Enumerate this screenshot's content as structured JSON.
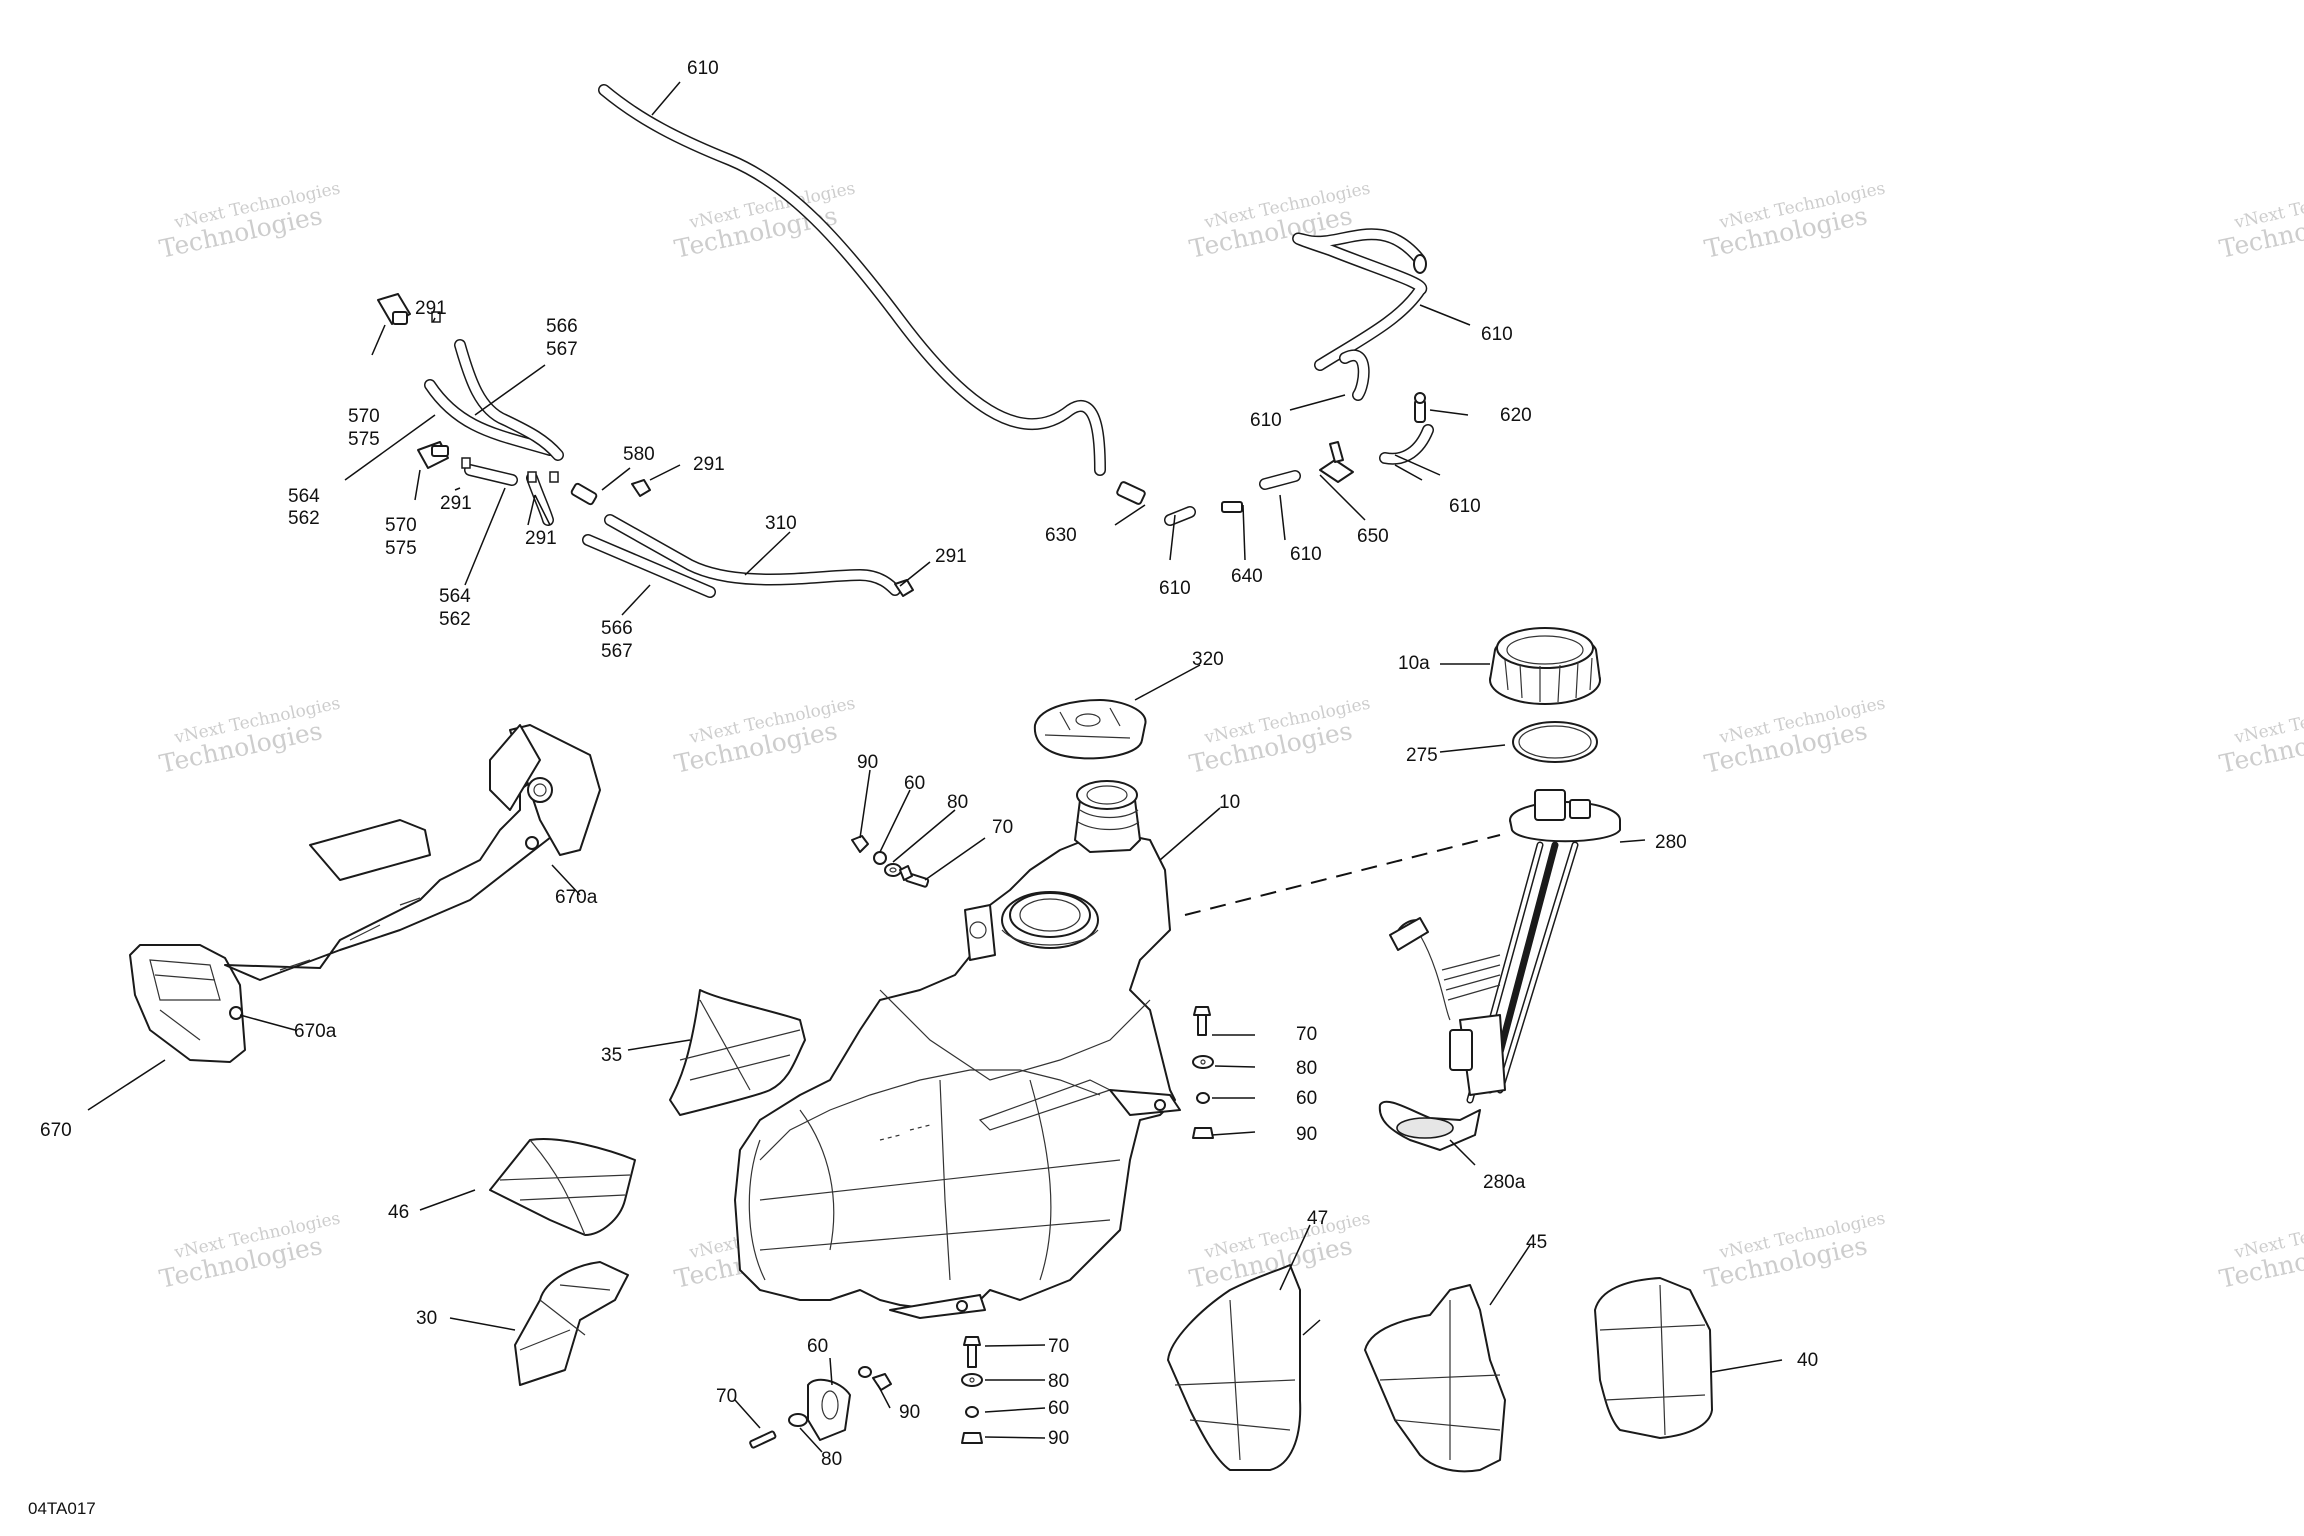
{
  "drawing_ref": "04TA017",
  "watermark": {
    "line1": "vNext Technologies",
    "line2": "Technologies"
  },
  "callouts": [
    {
      "id": "c610a",
      "text": "610"
    },
    {
      "id": "c291a",
      "text": "291"
    },
    {
      "id": "c566a",
      "text": "566"
    },
    {
      "id": "c567a",
      "text": "567"
    },
    {
      "id": "c570a",
      "text": "570"
    },
    {
      "id": "c575a",
      "text": "575"
    },
    {
      "id": "c564a",
      "text": "564"
    },
    {
      "id": "c562a",
      "text": "562"
    },
    {
      "id": "c580",
      "text": "580"
    },
    {
      "id": "c291b",
      "text": "291"
    },
    {
      "id": "c570b",
      "text": "570"
    },
    {
      "id": "c575b",
      "text": "575"
    },
    {
      "id": "c291c",
      "text": "291"
    },
    {
      "id": "c291d",
      "text": "291"
    },
    {
      "id": "c564b",
      "text": "564"
    },
    {
      "id": "c562b",
      "text": "562"
    },
    {
      "id": "c310",
      "text": "310"
    },
    {
      "id": "c291e",
      "text": "291"
    },
    {
      "id": "c566b",
      "text": "566"
    },
    {
      "id": "c567b",
      "text": "567"
    },
    {
      "id": "c610b",
      "text": "610"
    },
    {
      "id": "c610c",
      "text": "610"
    },
    {
      "id": "c620",
      "text": "620"
    },
    {
      "id": "c630",
      "text": "630"
    },
    {
      "id": "c610d",
      "text": "610"
    },
    {
      "id": "c640",
      "text": "640"
    },
    {
      "id": "c610e",
      "text": "610"
    },
    {
      "id": "c650",
      "text": "650"
    },
    {
      "id": "c610f",
      "text": "610"
    },
    {
      "id": "c320",
      "text": "320"
    },
    {
      "id": "c10a",
      "text": "10a"
    },
    {
      "id": "c275",
      "text": "275"
    },
    {
      "id": "c90a",
      "text": "90"
    },
    {
      "id": "c60a",
      "text": "60"
    },
    {
      "id": "c80a",
      "text": "80"
    },
    {
      "id": "c70a",
      "text": "70"
    },
    {
      "id": "c10",
      "text": "10"
    },
    {
      "id": "c280",
      "text": "280"
    },
    {
      "id": "c670a1",
      "text": "670a"
    },
    {
      "id": "c670a2",
      "text": "670a"
    },
    {
      "id": "c670",
      "text": "670"
    },
    {
      "id": "c35",
      "text": "35"
    },
    {
      "id": "c70b",
      "text": "70"
    },
    {
      "id": "c80b",
      "text": "80"
    },
    {
      "id": "c60b",
      "text": "60"
    },
    {
      "id": "c90b",
      "text": "90"
    },
    {
      "id": "c280a",
      "text": "280a"
    },
    {
      "id": "c46",
      "text": "46"
    },
    {
      "id": "c47",
      "text": "47"
    },
    {
      "id": "c45",
      "text": "45"
    },
    {
      "id": "c30",
      "text": "30"
    },
    {
      "id": "c40",
      "text": "40"
    },
    {
      "id": "c60c",
      "text": "60"
    },
    {
      "id": "c70c",
      "text": "70"
    },
    {
      "id": "c80c",
      "text": "80"
    },
    {
      "id": "c90c",
      "text": "90"
    },
    {
      "id": "c70d",
      "text": "70"
    },
    {
      "id": "c80d",
      "text": "80"
    },
    {
      "id": "c60d",
      "text": "60"
    },
    {
      "id": "c90d",
      "text": "90"
    }
  ]
}
